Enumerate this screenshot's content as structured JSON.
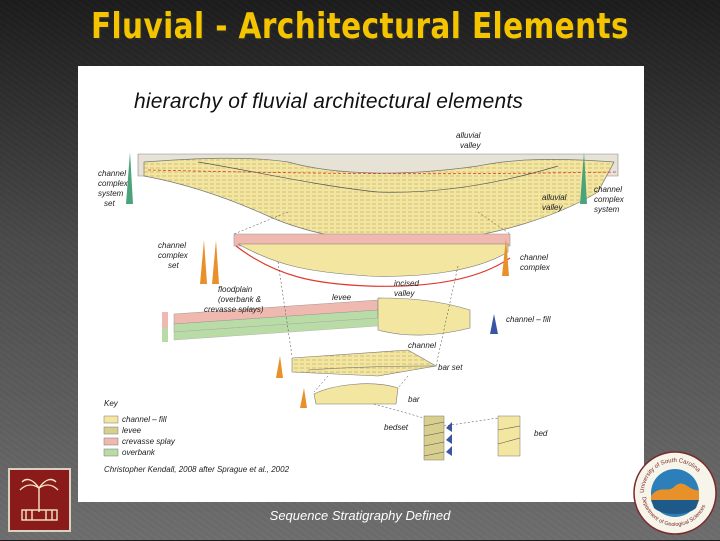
{
  "slide": {
    "title": "Fluvial - Architectural Elements",
    "caption": "Sequence Stratigraphy Defined"
  },
  "figure": {
    "title": "hierarchy of fluvial architectural elements",
    "credit": "Christopher Kendall, 2008 after Sprague et al., 2002",
    "labels": {
      "alluvial_valley_top": [
        "alluvial",
        "valley"
      ],
      "channel_complex_system_set": [
        "channel",
        "complex",
        "system",
        "set"
      ],
      "alluvial_valley_right": [
        "alluvial",
        "valley"
      ],
      "channel_complex_system": [
        "channel",
        "complex",
        "system"
      ],
      "channel_complex_set": [
        "channel",
        "complex",
        "set"
      ],
      "channel_complex": [
        "channel",
        "complex"
      ],
      "floodplain": [
        "floodplain",
        "(overbank &",
        "crevasse splays)"
      ],
      "levee": "levee",
      "incised_valley": [
        "incised",
        "valley"
      ],
      "channel_fill": "channel – fill",
      "channel": "channel",
      "bar_set": "bar set",
      "bar": "bar",
      "bedset": "bedset",
      "bed": "bed"
    },
    "key": {
      "title": "Key",
      "items": [
        {
          "label": "channel – fill",
          "color": "#f3e6a0"
        },
        {
          "label": "levee",
          "color": "#d8cf8e"
        },
        {
          "label": "crevasse splay",
          "color": "#f0b9b0"
        },
        {
          "label": "overbank",
          "color": "#b9dca6"
        }
      ]
    },
    "colors": {
      "channel_fill": "#f3e6a0",
      "levee": "#d8cf8e",
      "crevasse_splay": "#f0b9b0",
      "overbank": "#b9dca6",
      "accent_red": "#e03a2f",
      "marker_green": "#4aa37a",
      "marker_orange": "#e8902a",
      "marker_blue": "#3b55a5",
      "title_yellow": "#f5c400"
    }
  },
  "logos": {
    "right_logo_text": [
      "University of South Carolina",
      "Department of Geological Sciences"
    ]
  }
}
